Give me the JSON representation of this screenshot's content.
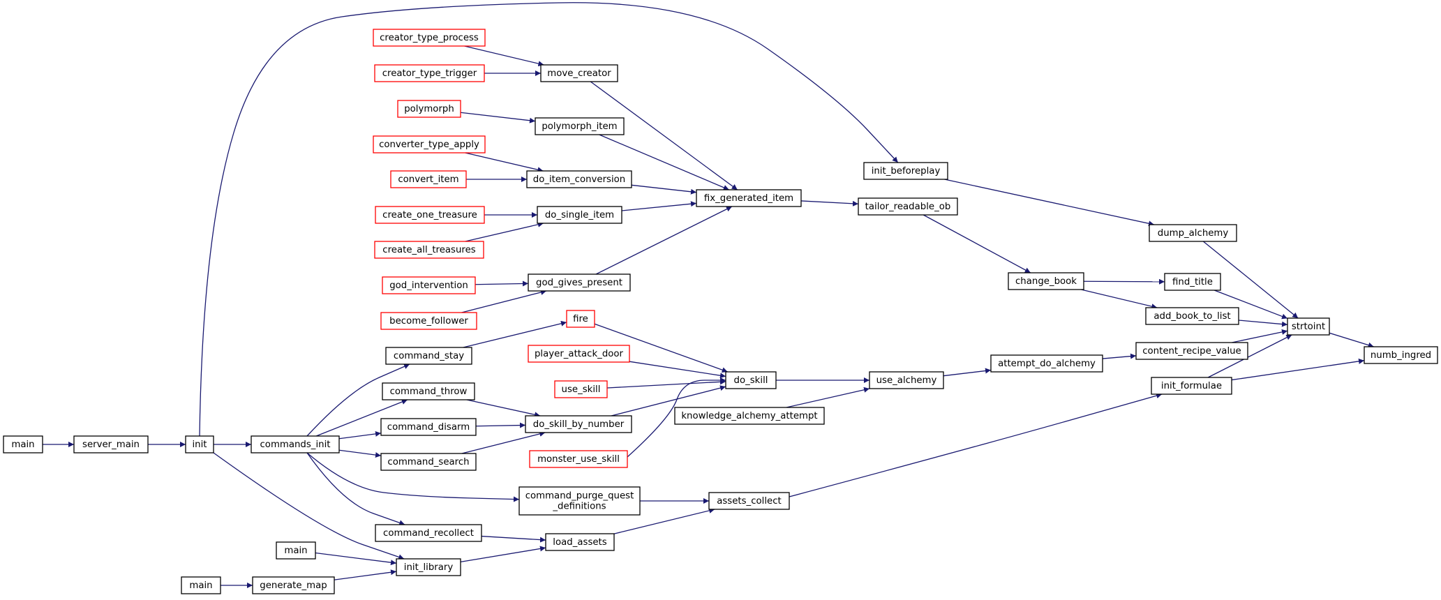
{
  "colors": {
    "edge": "#191970",
    "normal_border": "#000000",
    "incomplete_border": "#ff0000",
    "target_fill": "#bfbfbf"
  },
  "nodes": {
    "numb_ingred": {
      "label": "numb_ingred",
      "kind": "target"
    },
    "strtoint": {
      "label": "strtoint",
      "kind": "normal"
    },
    "dump_alchemy": {
      "label": "dump_alchemy",
      "kind": "normal"
    },
    "find_title": {
      "label": "find_title",
      "kind": "normal"
    },
    "add_book_to_list": {
      "label": "add_book_to_list",
      "kind": "normal"
    },
    "content_recipe_value": {
      "label": "content_recipe_value",
      "kind": "normal"
    },
    "init_formulae": {
      "label": "init_formulae",
      "kind": "normal"
    },
    "init_beforeplay": {
      "label": "init_beforeplay",
      "kind": "normal"
    },
    "change_book": {
      "label": "change_book",
      "kind": "normal"
    },
    "tailor_readable_ob": {
      "label": "tailor_readable_ob",
      "kind": "normal"
    },
    "attempt_do_alchemy": {
      "label": "attempt_do_alchemy",
      "kind": "normal"
    },
    "use_alchemy": {
      "label": "use_alchemy",
      "kind": "normal"
    },
    "knowledge_alchemy_attempt": {
      "label": "knowledge_alchemy_attempt",
      "kind": "normal"
    },
    "assets_collect": {
      "label": "assets_collect",
      "kind": "normal"
    },
    "fix_generated_item": {
      "label": "fix_generated_item",
      "kind": "normal"
    },
    "do_skill": {
      "label": "do_skill",
      "kind": "normal"
    },
    "load_assets": {
      "label": "load_assets",
      "kind": "normal"
    },
    "command_purge_quest_definitions": {
      "lines": [
        "command_purge_quest",
        "_definitions"
      ],
      "kind": "normal"
    },
    "move_creator": {
      "label": "move_creator",
      "kind": "normal"
    },
    "polymorph_item": {
      "label": "polymorph_item",
      "kind": "normal"
    },
    "do_item_conversion": {
      "label": "do_item_conversion",
      "kind": "normal"
    },
    "do_single_item": {
      "label": "do_single_item",
      "kind": "normal"
    },
    "god_gives_present": {
      "label": "god_gives_present",
      "kind": "normal"
    },
    "fire": {
      "label": "fire",
      "kind": "incomplete"
    },
    "player_attack_door": {
      "label": "player_attack_door",
      "kind": "incomplete"
    },
    "use_skill": {
      "label": "use_skill",
      "kind": "incomplete"
    },
    "do_skill_by_number": {
      "label": "do_skill_by_number",
      "kind": "normal"
    },
    "monster_use_skill": {
      "label": "monster_use_skill",
      "kind": "incomplete"
    },
    "init_library": {
      "label": "init_library",
      "kind": "normal"
    },
    "creator_type_process": {
      "label": "creator_type_process",
      "kind": "incomplete"
    },
    "creator_type_trigger": {
      "label": "creator_type_trigger",
      "kind": "incomplete"
    },
    "polymorph": {
      "label": "polymorph",
      "kind": "incomplete"
    },
    "converter_type_apply": {
      "label": "converter_type_apply",
      "kind": "incomplete"
    },
    "convert_item": {
      "label": "convert_item",
      "kind": "incomplete"
    },
    "create_one_treasure": {
      "label": "create_one_treasure",
      "kind": "incomplete"
    },
    "create_all_treasures": {
      "label": "create_all_treasures",
      "kind": "incomplete"
    },
    "god_intervention": {
      "label": "god_intervention",
      "kind": "incomplete"
    },
    "become_follower": {
      "label": "become_follower",
      "kind": "incomplete"
    },
    "command_stay": {
      "label": "command_stay",
      "kind": "normal"
    },
    "command_throw": {
      "label": "command_throw",
      "kind": "normal"
    },
    "command_disarm": {
      "label": "command_disarm",
      "kind": "normal"
    },
    "command_search": {
      "label": "command_search",
      "kind": "normal"
    },
    "command_recollect": {
      "label": "command_recollect",
      "kind": "normal"
    },
    "main_lib": {
      "label": "main",
      "kind": "normal"
    },
    "generate_map": {
      "label": "generate_map",
      "kind": "normal"
    },
    "commands_init": {
      "label": "commands_init",
      "kind": "normal"
    },
    "main_gen": {
      "label": "main",
      "kind": "normal"
    },
    "init": {
      "label": "init",
      "kind": "normal"
    },
    "server_main": {
      "label": "server_main",
      "kind": "normal"
    },
    "main_server": {
      "label": "main",
      "kind": "normal"
    }
  },
  "edges": [
    [
      "strtoint",
      "numb_ingred"
    ],
    [
      "init_formulae",
      "numb_ingred"
    ],
    [
      "dump_alchemy",
      "strtoint"
    ],
    [
      "find_title",
      "strtoint"
    ],
    [
      "add_book_to_list",
      "strtoint"
    ],
    [
      "content_recipe_value",
      "strtoint"
    ],
    [
      "init_formulae",
      "strtoint"
    ],
    [
      "init_beforeplay",
      "dump_alchemy"
    ],
    [
      "change_book",
      "find_title"
    ],
    [
      "change_book",
      "add_book_to_list"
    ],
    [
      "attempt_do_alchemy",
      "content_recipe_value"
    ],
    [
      "assets_collect",
      "init_formulae"
    ],
    [
      "init",
      "init_beforeplay"
    ],
    [
      "tailor_readable_ob",
      "change_book"
    ],
    [
      "fix_generated_item",
      "tailor_readable_ob"
    ],
    [
      "use_alchemy",
      "attempt_do_alchemy"
    ],
    [
      "do_skill",
      "use_alchemy"
    ],
    [
      "knowledge_alchemy_attempt",
      "use_alchemy"
    ],
    [
      "command_purge_quest_definitions",
      "assets_collect"
    ],
    [
      "load_assets",
      "assets_collect"
    ],
    [
      "move_creator",
      "fix_generated_item"
    ],
    [
      "polymorph_item",
      "fix_generated_item"
    ],
    [
      "do_item_conversion",
      "fix_generated_item"
    ],
    [
      "do_single_item",
      "fix_generated_item"
    ],
    [
      "god_gives_present",
      "fix_generated_item"
    ],
    [
      "fire",
      "do_skill"
    ],
    [
      "player_attack_door",
      "do_skill"
    ],
    [
      "use_skill",
      "do_skill"
    ],
    [
      "do_skill_by_number",
      "do_skill"
    ],
    [
      "monster_use_skill",
      "do_skill"
    ],
    [
      "command_recollect",
      "load_assets"
    ],
    [
      "init_library",
      "load_assets"
    ],
    [
      "commands_init",
      "command_purge_quest_definitions"
    ],
    [
      "creator_type_process",
      "move_creator"
    ],
    [
      "creator_type_trigger",
      "move_creator"
    ],
    [
      "polymorph",
      "polymorph_item"
    ],
    [
      "converter_type_apply",
      "do_item_conversion"
    ],
    [
      "convert_item",
      "do_item_conversion"
    ],
    [
      "create_one_treasure",
      "do_single_item"
    ],
    [
      "create_all_treasures",
      "do_single_item"
    ],
    [
      "god_intervention",
      "god_gives_present"
    ],
    [
      "become_follower",
      "god_gives_present"
    ],
    [
      "command_stay",
      "fire"
    ],
    [
      "command_throw",
      "do_skill_by_number"
    ],
    [
      "command_disarm",
      "do_skill_by_number"
    ],
    [
      "command_search",
      "do_skill_by_number"
    ],
    [
      "commands_init",
      "command_recollect"
    ],
    [
      "init",
      "init_library"
    ],
    [
      "main_lib",
      "init_library"
    ],
    [
      "generate_map",
      "init_library"
    ],
    [
      "commands_init",
      "command_stay"
    ],
    [
      "commands_init",
      "command_throw"
    ],
    [
      "commands_init",
      "command_disarm"
    ],
    [
      "commands_init",
      "command_search"
    ],
    [
      "main_gen",
      "generate_map"
    ],
    [
      "init",
      "commands_init"
    ],
    [
      "server_main",
      "init"
    ],
    [
      "main_server",
      "server_main"
    ]
  ]
}
